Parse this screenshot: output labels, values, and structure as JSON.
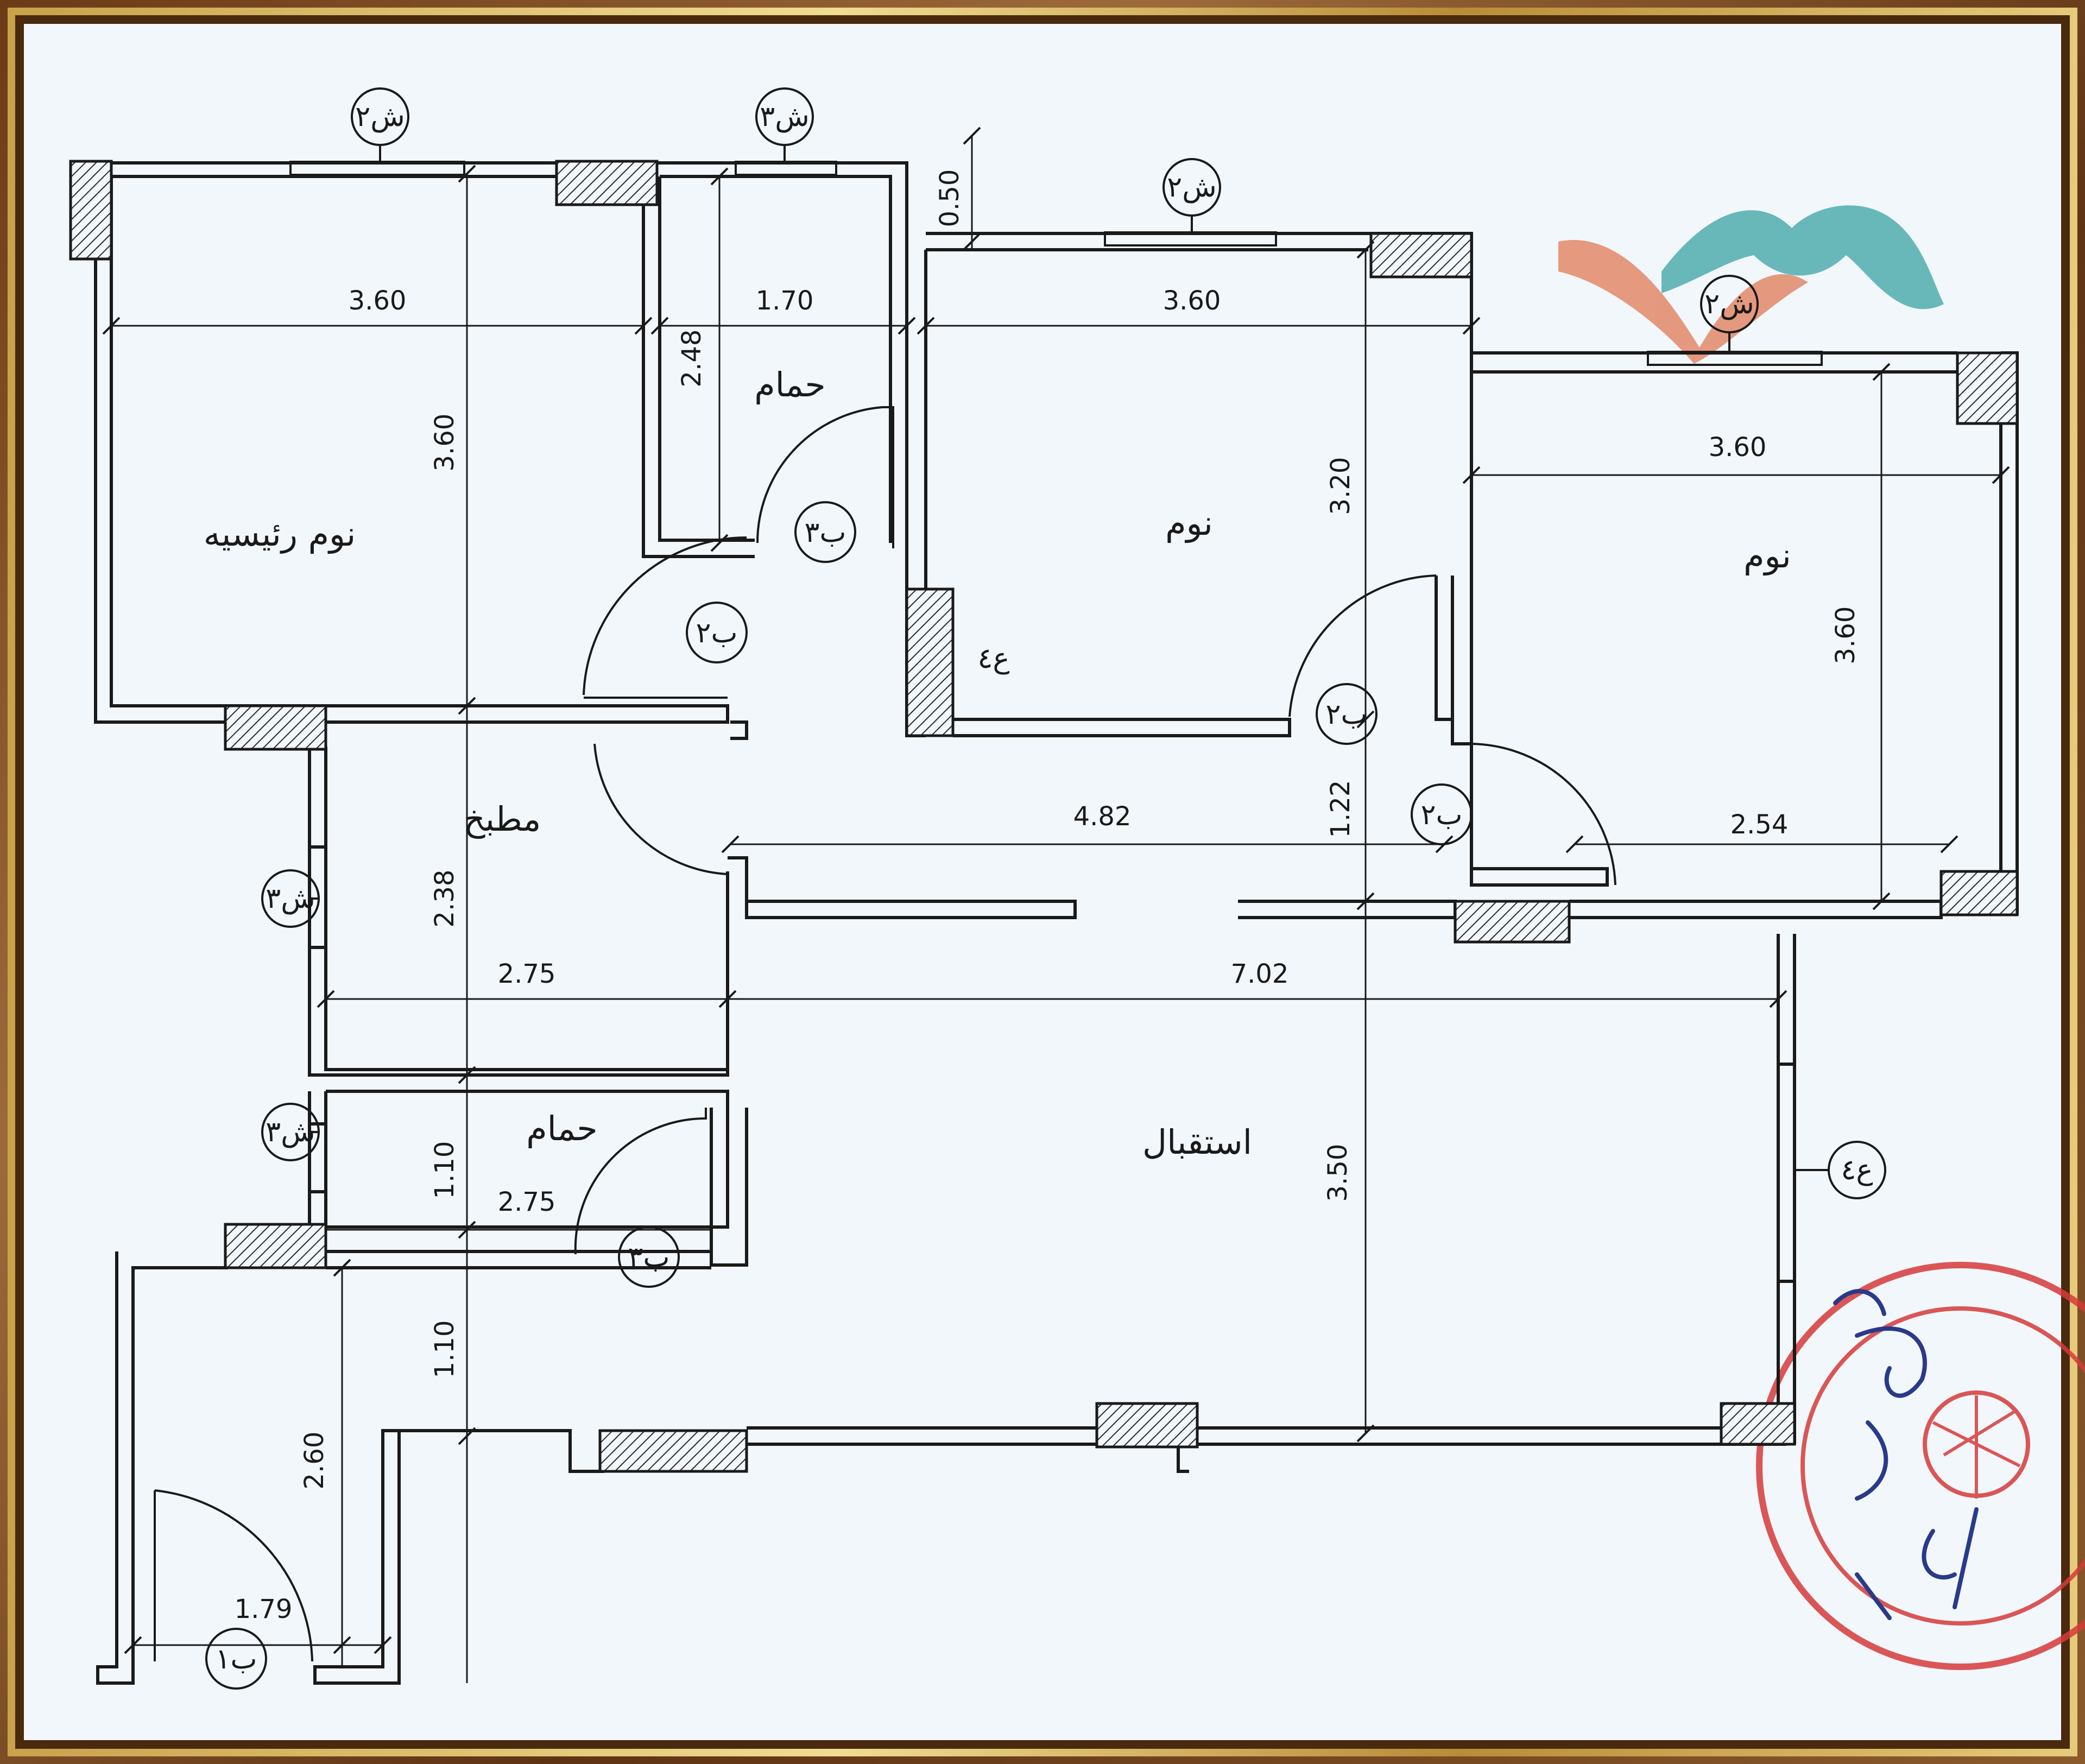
{
  "rooms": {
    "master_bedroom": "نوم رئيسيه",
    "bath_top": "حمام",
    "bedroom_middle": "نوم",
    "bedroom_right": "نوم",
    "kitchen": "مطبخ",
    "bath_lower": "حمام",
    "reception": "استقبال"
  },
  "dimensions": {
    "d_3_60_master_w": "3.60",
    "d_1_70": "1.70",
    "d_3_60_mid_w": "3.60",
    "d_3_60_right_w": "3.60",
    "d_2_48": "2.48",
    "d_3_60_master_h": "3.60",
    "d_3_20": "3.20",
    "d_3_60_right_h": "3.60",
    "d_0_50": "0.50",
    "d_4_82": "4.82",
    "d_1_22": "1.22",
    "d_2_54": "2.54",
    "d_2_38": "2.38",
    "d_2_75_kitchen": "2.75",
    "d_7_02": "7.02",
    "d_1_10_a": "1.10",
    "d_2_75_bath": "2.75",
    "d_3_50": "3.50",
    "d_1_10_b": "1.10",
    "d_2_60": "2.60",
    "d_1_79": "1.79"
  },
  "tags": {
    "window_2": "ش٢",
    "window_3": "ش٣",
    "door_2": "ب٢",
    "door_3": "ب٣",
    "door_1": "ب١",
    "opening_4": "ع٤"
  },
  "colors": {
    "paper": "#f2f7fc",
    "line": "#1a1a1a",
    "hatch": "#2a2a2a",
    "stamp": "#d63a3a",
    "signature": "#2a3a8a",
    "logo_orange": "#e07a55",
    "logo_teal": "#3aa3a3"
  }
}
